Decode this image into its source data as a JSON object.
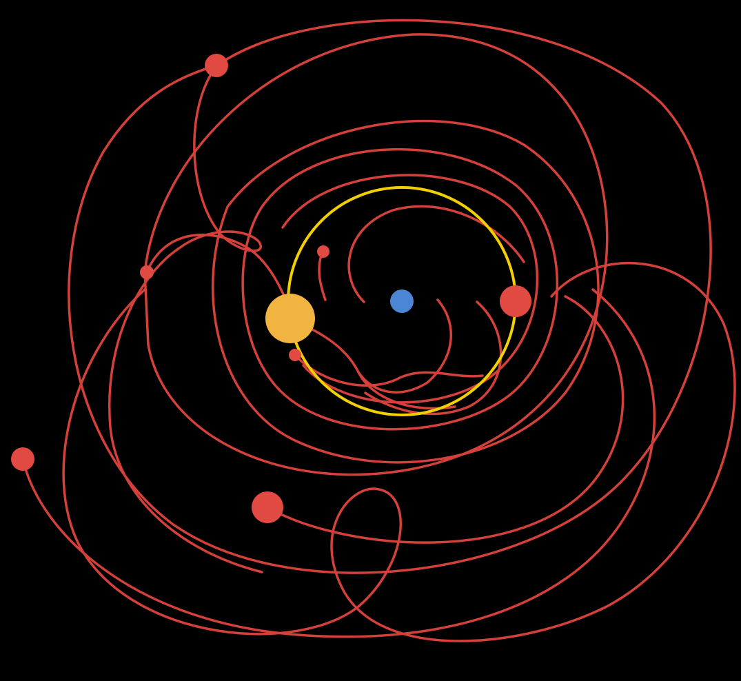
{
  "diagram": {
    "background": "#000000",
    "trail_color": "#d4403a",
    "earth": {
      "color": "#4a86d4"
    },
    "sun": {
      "color": "#f2b441"
    },
    "sun_orbit": {
      "color": "#f2d000"
    },
    "planets": [
      {
        "name": "planet-top-left",
        "color": "#e04a42"
      },
      {
        "name": "planet-left-small",
        "color": "#e04a42"
      },
      {
        "name": "planet-far-left",
        "color": "#e04a42"
      },
      {
        "name": "planet-lower-left",
        "color": "#e04a42"
      },
      {
        "name": "planet-right",
        "color": "#e04a42"
      },
      {
        "name": "planet-inner-upper",
        "color": "#e04a42"
      },
      {
        "name": "planet-inner-lower",
        "color": "#e04a42"
      }
    ]
  }
}
